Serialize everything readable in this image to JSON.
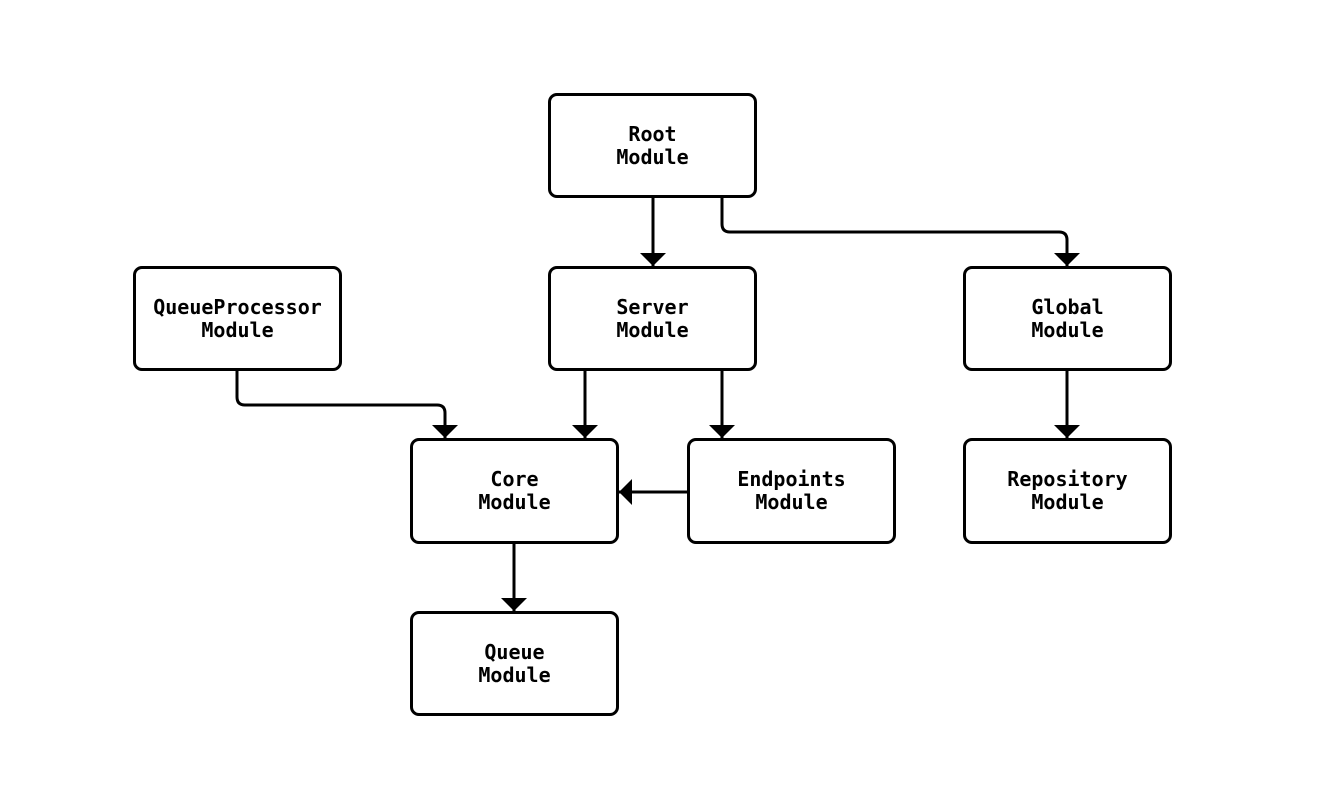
{
  "diagram": {
    "type": "module-dependency-flowchart",
    "background_color": "#ffffff",
    "node_fill_color": "#ffffff",
    "line_color": "#000000",
    "text_color": "#000000",
    "nodes": {
      "root": {
        "label": "Root\nModule"
      },
      "server": {
        "label": "Server\nModule"
      },
      "queueprocessor": {
        "label": "QueueProcessor\nModule"
      },
      "global": {
        "label": "Global\nModule"
      },
      "core": {
        "label": "Core\nModule"
      },
      "endpoints": {
        "label": "Endpoints\nModule"
      },
      "repository": {
        "label": "Repository\nModule"
      },
      "queue": {
        "label": "Queue\nModule"
      }
    },
    "edges": [
      {
        "from": "Root Module",
        "to": "Server Module"
      },
      {
        "from": "Root Module",
        "to": "Global Module"
      },
      {
        "from": "QueueProcessor Module",
        "to": "Core Module"
      },
      {
        "from": "Server Module",
        "to": "Core Module"
      },
      {
        "from": "Server Module",
        "to": "Endpoints Module"
      },
      {
        "from": "Endpoints Module",
        "to": "Core Module"
      },
      {
        "from": "Global Module",
        "to": "Repository Module"
      },
      {
        "from": "Core Module",
        "to": "Queue Module"
      }
    ]
  }
}
